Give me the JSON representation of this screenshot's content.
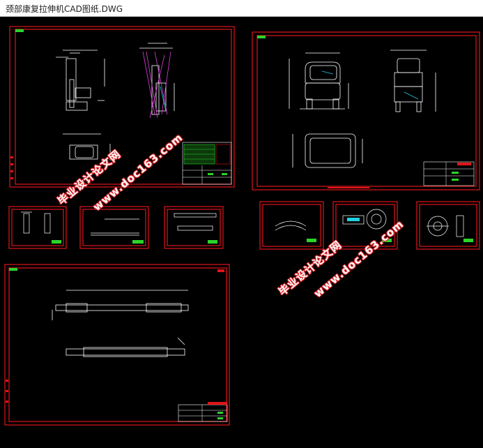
{
  "window": {
    "title": "颈部康复拉伸机CAD图纸.DWG"
  },
  "watermarks": [
    {
      "line1": "毕业设计论文网",
      "line2": "www.doc163.com"
    },
    {
      "line1": "毕业设计论文网",
      "line2": "www.doc163.com"
    }
  ],
  "colors": {
    "frame": "#e0141a",
    "line": "#ffffff",
    "dim": "#ffffff",
    "accent": "#2bd42b",
    "magenta": "#e040e0",
    "cyan": "#20d0e0"
  }
}
